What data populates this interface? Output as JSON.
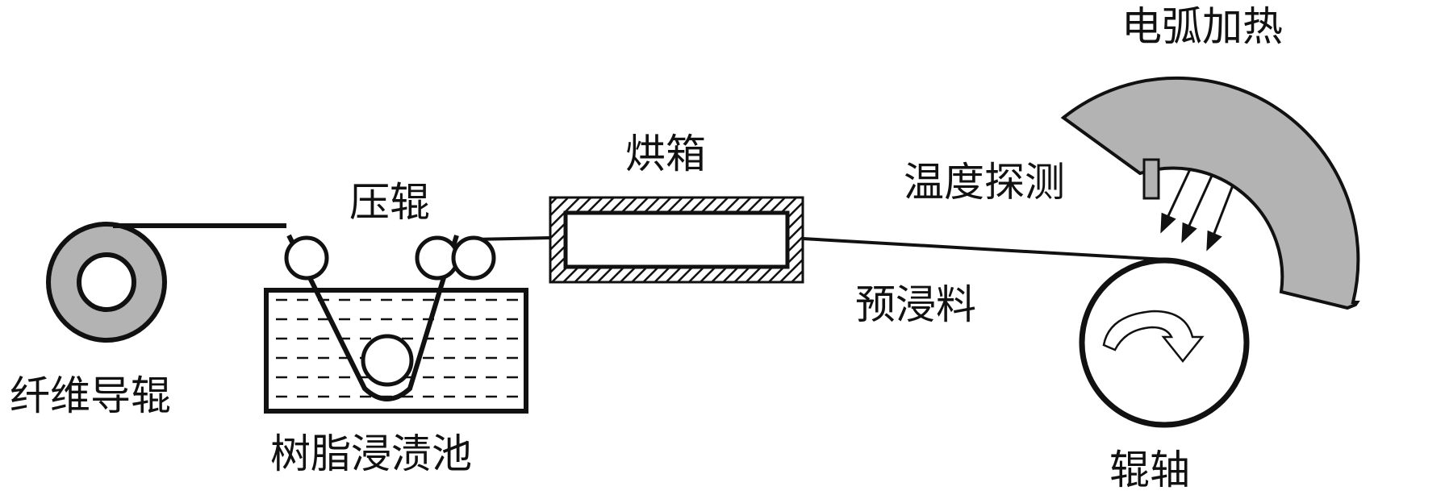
{
  "labels": {
    "fiber_guide_roller": "纤维导辊",
    "resin_bath": "树脂浸渍池",
    "press_roller": "压辊",
    "oven": "烘箱",
    "prepreg": "预浸料",
    "temperature_probe": "温度探测",
    "arc_heating": "电弧加热",
    "roller_shaft": "辊轴"
  },
  "colors": {
    "line": "#111111",
    "fill_gray": "#b3b3b3",
    "background": "#ffffff"
  },
  "icons": {
    "rotation": "clockwise-arrow-icon",
    "heat": "heat-arrows-icon"
  }
}
